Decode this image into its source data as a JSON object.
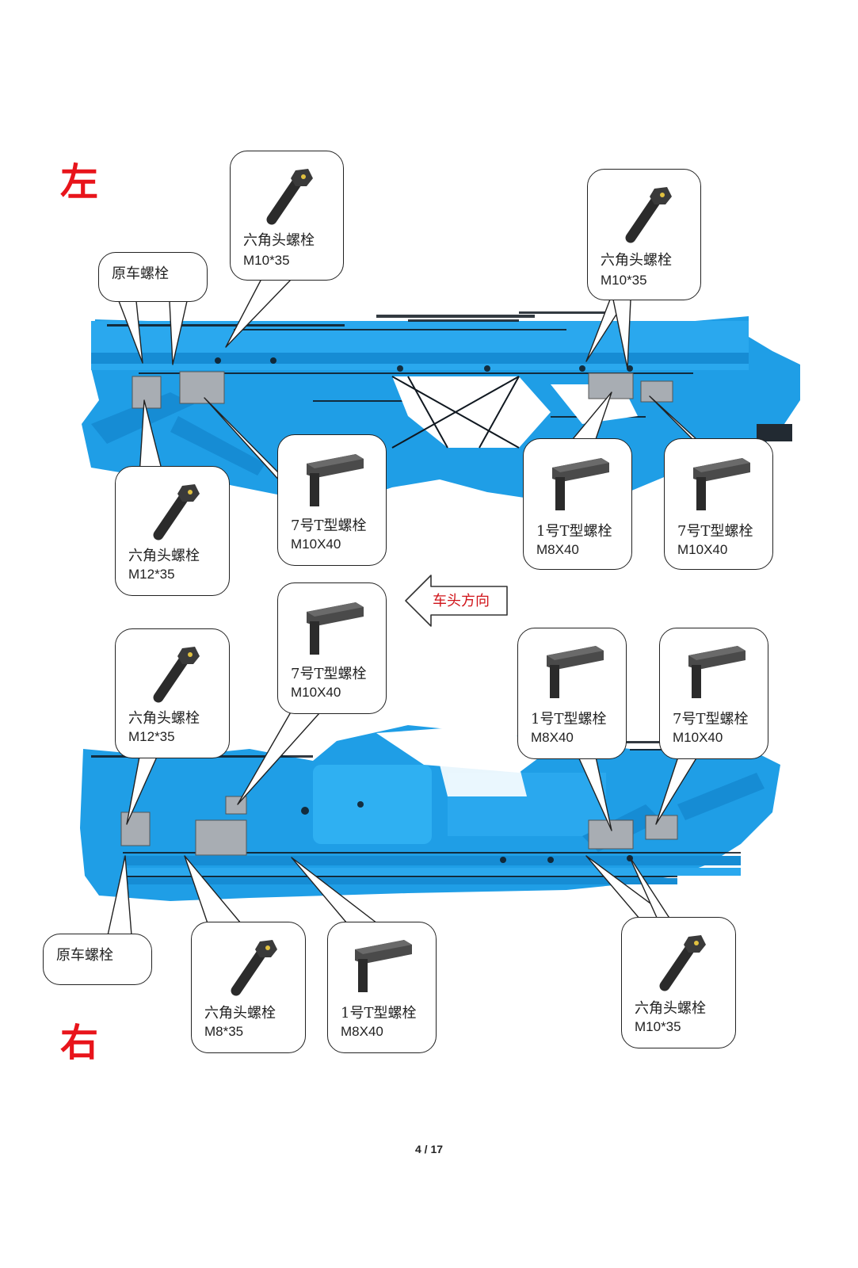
{
  "labels": {
    "left_side": "左",
    "right_side": "右",
    "direction": "车头方向",
    "page_number": "4 / 17"
  },
  "left_panel": {
    "callouts": [
      {
        "name": "原车螺栓",
        "spec": ""
      },
      {
        "name": "六角头螺栓",
        "spec": "M10*35"
      },
      {
        "name": "六角头螺栓",
        "spec": "M10*35"
      },
      {
        "name": "六角头螺栓",
        "spec": "M12*35"
      },
      {
        "name": "7号T型螺栓",
        "spec": "M10X40"
      },
      {
        "name": "1号T型螺栓",
        "spec": "M8X40"
      },
      {
        "name": "7号T型螺栓",
        "spec": "M10X40"
      }
    ]
  },
  "right_panel": {
    "callouts": [
      {
        "name": "六角头螺栓",
        "spec": "M12*35"
      },
      {
        "name": "7号T型螺栓",
        "spec": "M10X40"
      },
      {
        "name": "1号T型螺栓",
        "spec": "M8X40"
      },
      {
        "name": "7号T型螺栓",
        "spec": "M10X40"
      },
      {
        "name": "原车螺栓",
        "spec": ""
      },
      {
        "name": "六角头螺栓",
        "spec": "M8*35"
      },
      {
        "name": "1号T型螺栓",
        "spec": "M8X40"
      },
      {
        "name": "六角头螺栓",
        "spec": "M10*35"
      }
    ]
  },
  "colors": {
    "scan_blue": "#1f9ee6",
    "scan_dark": "#101820",
    "bracket_grey": "#a8adb3",
    "label_red": "#e8141b"
  },
  "icons": {
    "hex_bolt": "hex-bolt-icon",
    "t_bolt": "t-bolt-icon"
  }
}
